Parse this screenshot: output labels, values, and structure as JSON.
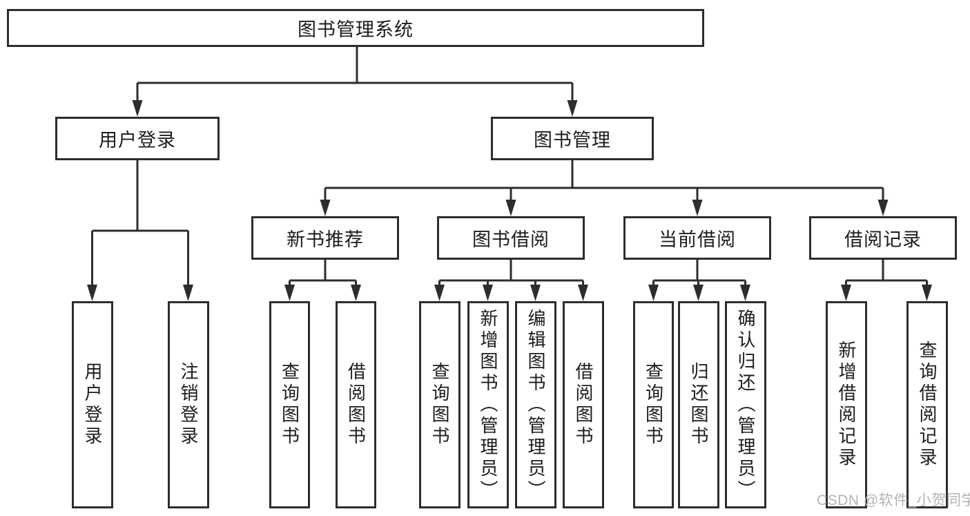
{
  "diagram": {
    "root": {
      "label": "图书管理系统",
      "children": [
        {
          "label": "用户登录",
          "children": [
            {
              "label": "用户登录"
            },
            {
              "label": "注销登录"
            }
          ]
        },
        {
          "label": "图书管理",
          "children": [
            {
              "label": "新书推荐",
              "children": [
                {
                  "label": "查询图书"
                },
                {
                  "label": "借阅图书"
                }
              ]
            },
            {
              "label": "图书借阅",
              "children": [
                {
                  "label": "查询图书"
                },
                {
                  "label": "新增图书（管理员）"
                },
                {
                  "label": "编辑图书（管理员）"
                },
                {
                  "label": "借阅图书"
                }
              ]
            },
            {
              "label": "当前借阅",
              "children": [
                {
                  "label": "查询图书"
                },
                {
                  "label": "归还图书"
                },
                {
                  "label": "确认归还（管理员）"
                }
              ]
            },
            {
              "label": "借阅记录",
              "children": [
                {
                  "label": "新增借阅记录"
                },
                {
                  "label": "查询借阅记录"
                }
              ]
            }
          ]
        }
      ]
    }
  },
  "colors": {
    "line": "#2d2d2d",
    "text": "#1c1c1c",
    "watermark": "#b4b4b4",
    "background": "#ffffff"
  },
  "watermark": {
    "text": "CSDN @软件_小贺同学"
  }
}
